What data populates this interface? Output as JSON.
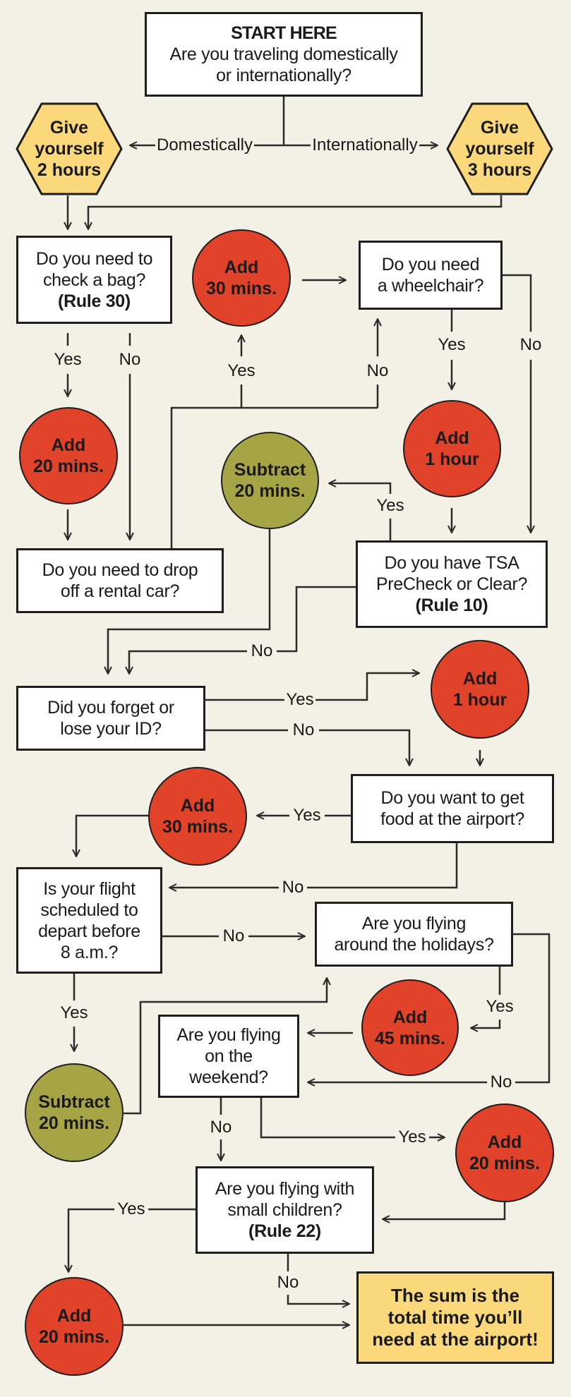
{
  "title": "How much time do you need at the airport",
  "colors": {
    "background": "#f3f0e5",
    "add": "#e1422a",
    "subtract": "#a6a545",
    "base": "#fbd97b",
    "question": "#ffffff"
  },
  "nodes": {
    "start": {
      "title": "START HERE",
      "line1": "Are you traveling domestically",
      "line2": "or internationally?"
    },
    "domestic": {
      "line1": "Give",
      "line2": "yourself",
      "line3": "2 hours"
    },
    "international": {
      "line1": "Give",
      "line2": "yourself",
      "line3": "3 hours"
    },
    "check_bag": {
      "line1": "Do you need to",
      "line2": "check a bag?",
      "rule": "(Rule 30)"
    },
    "add_30_bag": {
      "line1": "Add",
      "line2": "30 mins."
    },
    "wheelchair": {
      "line1": "Do you need",
      "line2": "a wheelchair?"
    },
    "add_20_bag": {
      "line1": "Add",
      "line2": "20 mins."
    },
    "subtract_20_tsa": {
      "line1": "Subtract",
      "line2": "20 mins."
    },
    "add_1h_wheelchair": {
      "line1": "Add",
      "line2": "1 hour"
    },
    "rental_car": {
      "line1": "Do you need to drop",
      "line2": "off a rental car?"
    },
    "tsa": {
      "line1": "Do you have TSA",
      "line2": "PreCheck or Clear?",
      "rule": "(Rule 10)"
    },
    "lost_id": {
      "line1": "Did you forget or",
      "line2": "lose your ID?"
    },
    "add_1h_id": {
      "line1": "Add",
      "line2": "1 hour"
    },
    "food": {
      "line1": "Do you want to get",
      "line2": "food at the airport?"
    },
    "add_30_food": {
      "line1": "Add",
      "line2": "30 mins."
    },
    "early_flight": {
      "line1": "Is your flight",
      "line2": "scheduled to",
      "line3": "depart before",
      "line4": "8 a.m.?"
    },
    "holidays": {
      "line1": "Are you flying",
      "line2": "around the holidays?"
    },
    "add_45_holidays": {
      "line1": "Add",
      "line2": "45 mins."
    },
    "weekend": {
      "line1": "Are you flying",
      "line2": "on the",
      "line3": "weekend?"
    },
    "subtract_20_early": {
      "line1": "Subtract",
      "line2": "20 mins."
    },
    "add_20_weekend": {
      "line1": "Add",
      "line2": "20 mins."
    },
    "children": {
      "line1": "Are you flying with",
      "line2": "small children?",
      "rule": "(Rule 22)"
    },
    "add_20_children": {
      "line1": "Add",
      "line2": "20 mins."
    },
    "final": {
      "line1": "The sum is the",
      "line2": "total time you’ll",
      "line3": "need at the airport!"
    }
  },
  "edge_labels": {
    "domestically": "Domestically",
    "internationally": "Internationally",
    "bag_yes": "Yes",
    "bag_no": "No",
    "rental_yes": "Yes",
    "rental_no": "No",
    "wheelchair_yes": "Yes",
    "wheelchair_no": "No",
    "tsa_yes": "Yes",
    "tsa_no": "No",
    "id_yes": "Yes",
    "id_no": "No",
    "food_yes": "Yes",
    "food_no": "No",
    "early_yes": "Yes",
    "early_no": "No",
    "holidays_yes": "Yes",
    "holidays_no": "No",
    "weekend_no": "No",
    "weekend_yes": "Yes",
    "children_yes": "Yes",
    "children_no": "No"
  }
}
